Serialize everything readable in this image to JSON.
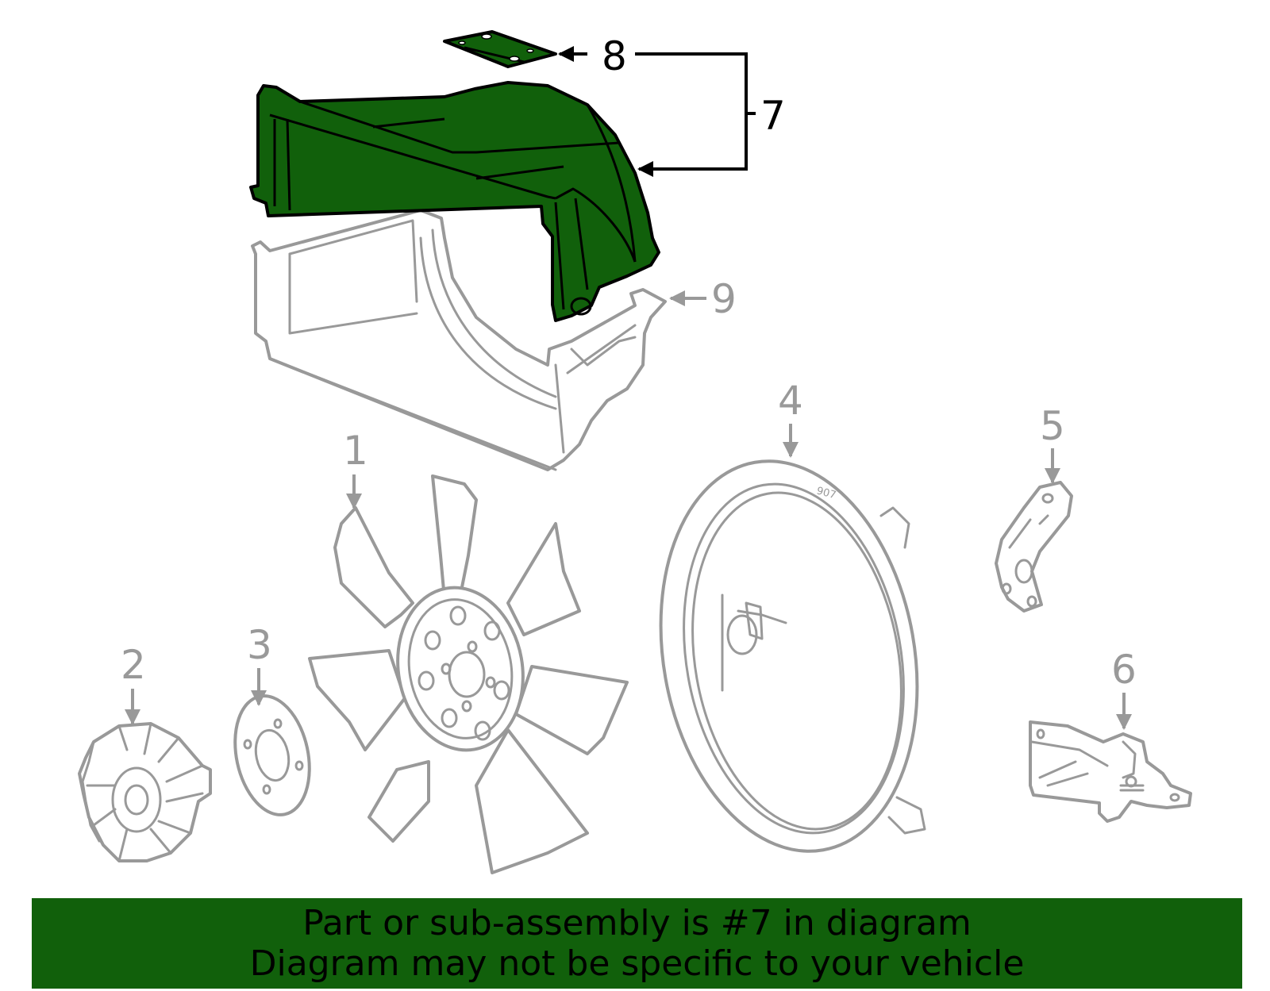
{
  "diagram": {
    "callouts": [
      {
        "label": "1",
        "active": false
      },
      {
        "label": "2",
        "active": false
      },
      {
        "label": "3",
        "active": false
      },
      {
        "label": "4",
        "active": false
      },
      {
        "label": "5",
        "active": false
      },
      {
        "label": "6",
        "active": false
      },
      {
        "label": "7",
        "active": true
      },
      {
        "label": "8",
        "active": true
      },
      {
        "label": "9",
        "active": false
      }
    ],
    "shroud_marking": "907"
  },
  "banner": {
    "line1": "Part or sub-assembly is #7 in diagram",
    "line2": "Diagram may not be specific to your vehicle"
  },
  "colors": {
    "highlight": "#11600b",
    "banner_bg": "#11600b",
    "part_outline": "#999999",
    "callout_active": "#000000",
    "callout_inactive": "#999999"
  }
}
